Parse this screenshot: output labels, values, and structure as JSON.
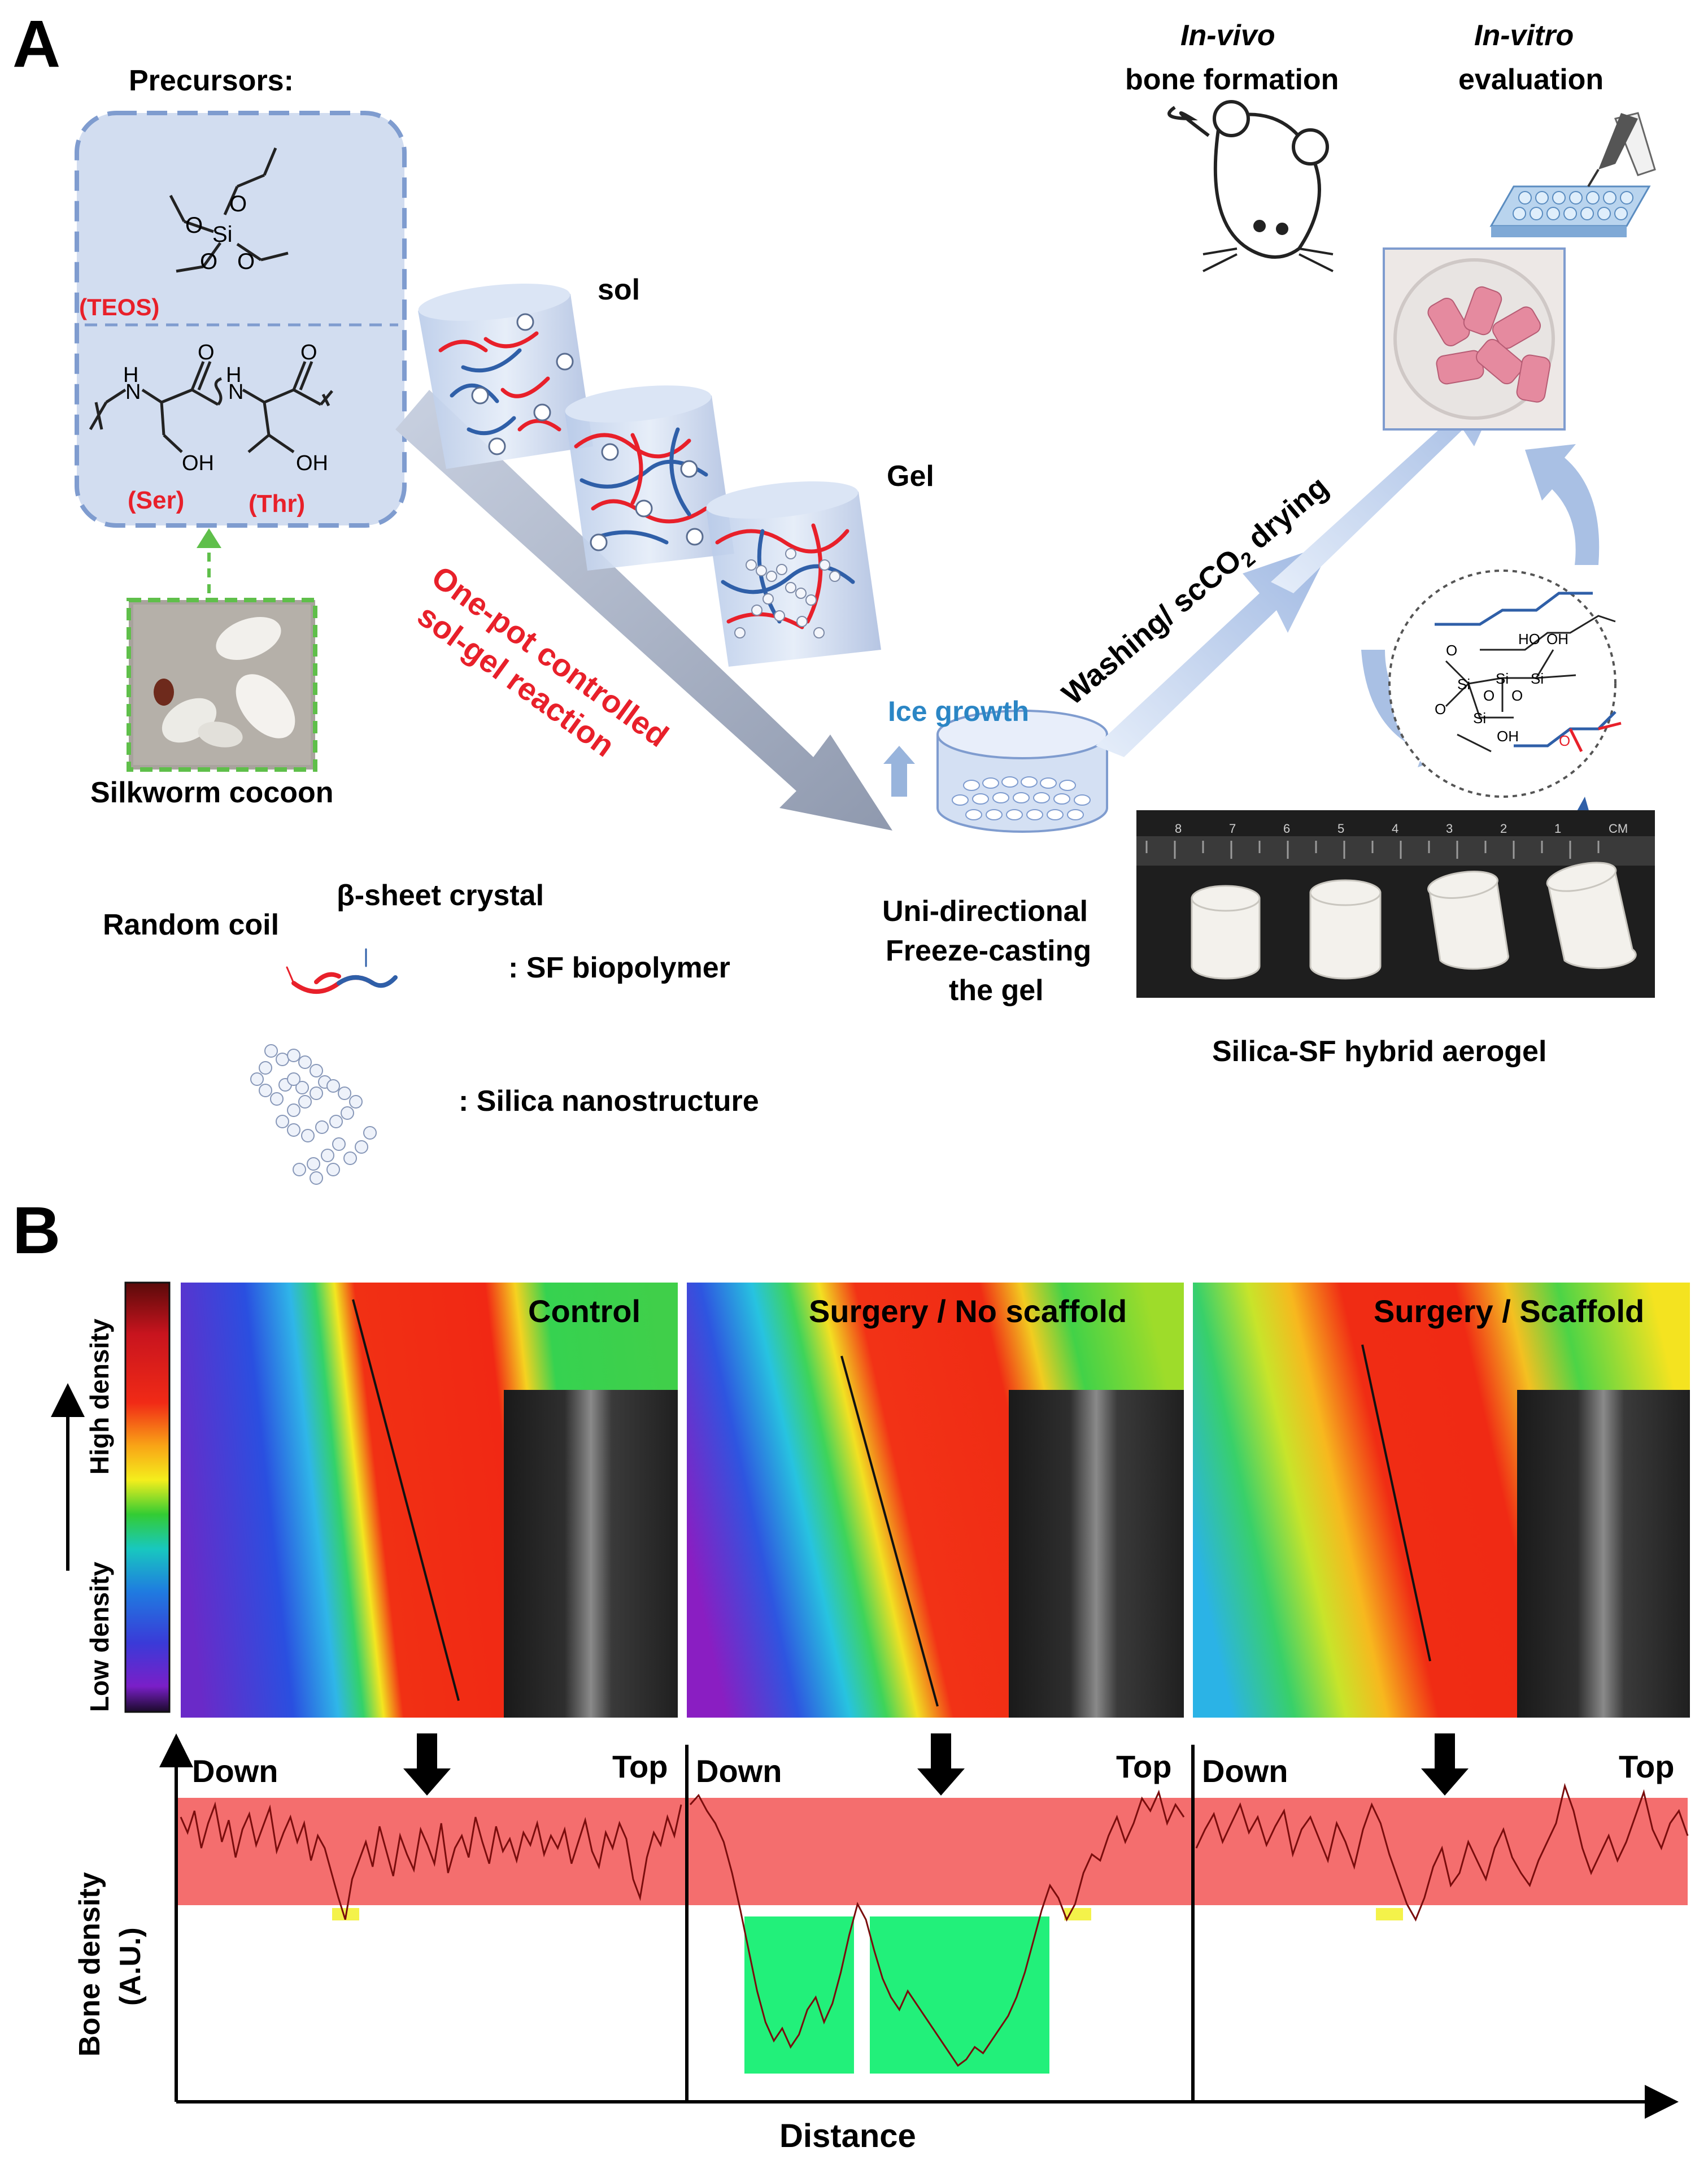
{
  "figure": {
    "panel_a_letter": "A",
    "panel_b_letter": "B"
  },
  "panel_a": {
    "precursors_title": "Precursors:",
    "teos_label": "(TEOS)",
    "ser_label": "(Ser)",
    "thr_label": "(Thr)",
    "si_atom": "Si",
    "o_atom": "O",
    "h_atom": "H",
    "n_atom": "N",
    "oh_group": "OH",
    "cocoon_caption": "Silkworm cocoon",
    "sol_label": "sol",
    "gel_label": "Gel",
    "reaction_line1": "One-pot controlled",
    "reaction_line2": "sol-gel reaction",
    "ice_growth": "Ice growth",
    "freeze_line1": "Uni-directional",
    "freeze_line2": "Freeze-casting",
    "freeze_line3": "the gel",
    "washing_main": "Washing/ scCO",
    "washing_sub": "2",
    "washing_end": " drying",
    "invivo_italic": "In-vivo",
    "invivo_rest": "bone formation",
    "invitro_italic": "In-vitro",
    "invitro_rest": "evaluation",
    "aerogel_caption": "Silica-SF hybrid aerogel",
    "ruler_numbers": [
      "8",
      "7",
      "6",
      "5",
      "4",
      "3",
      "2",
      "1",
      "CM"
    ],
    "legend": {
      "random_coil": "Random coil",
      "beta_sheet": "β-sheet crystal",
      "sf_label": ": SF biopolymer",
      "silica_label": ": Silica nanostructure"
    },
    "network_atoms": {
      "ho": "HO",
      "oh": "OH",
      "si": "Si",
      "o": "O"
    },
    "colors": {
      "red_chain": "#e8202a",
      "blue_chain": "#2f5fa8",
      "panel_fill": "#d2ddf0",
      "panel_border": "#7f9ccf",
      "arrow_grey": "#9aa4b8",
      "arrow_blue": "#b7caea",
      "pink_aerogel": "#e58a9f",
      "reaction_red": "#e8202a",
      "ice_blue": "#2b86c5",
      "green_dash": "#5fbf4a"
    }
  },
  "panel_b": {
    "panels": [
      {
        "title": "Control"
      },
      {
        "title": "Surgery / No scaffold"
      },
      {
        "title": "Surgery / Scaffold"
      }
    ],
    "colorbar_high": "High density",
    "colorbar_low": "Low density",
    "y_axis_line1": "Bone density",
    "y_axis_line2": "(A.U.)",
    "x_axis": "Distance",
    "down_label": "Down",
    "top_label": "Top",
    "colors": {
      "red_band": "#f46e6e",
      "green_box": "#22f07a",
      "yellow_mark": "#f4f24a",
      "trace": "#7a0d0d"
    }
  },
  "chart_data": {
    "type": "line",
    "xlabel": "Distance",
    "ylabel": "Bone density (A.U.)",
    "panels": [
      {
        "name": "Control",
        "x_ends": [
          "Down",
          "Top"
        ],
        "high_density_band": [
          0.58,
          1.0
        ],
        "y": [
          0.88,
          0.83,
          0.9,
          0.78,
          0.86,
          0.92,
          0.8,
          0.87,
          0.75,
          0.84,
          0.89,
          0.79,
          0.85,
          0.91,
          0.77,
          0.83,
          0.88,
          0.8,
          0.86,
          0.74,
          0.82,
          0.78,
          0.7,
          0.62,
          0.55,
          0.68,
          0.74,
          0.8,
          0.72,
          0.85,
          0.77,
          0.69,
          0.82,
          0.76,
          0.71,
          0.84,
          0.79,
          0.73,
          0.86,
          0.7,
          0.78,
          0.82,
          0.75,
          0.88,
          0.8,
          0.73,
          0.85,
          0.77,
          0.81,
          0.74,
          0.83,
          0.79,
          0.86,
          0.76,
          0.82,
          0.78,
          0.84,
          0.73,
          0.8,
          0.87,
          0.77,
          0.72,
          0.83,
          0.78,
          0.86,
          0.81,
          0.68,
          0.62,
          0.75,
          0.83,
          0.79,
          0.88,
          0.82,
          0.92
        ]
      },
      {
        "name": "Surgery / No scaffold",
        "x_ends": [
          "Down",
          "Top"
        ],
        "high_density_band": [
          0.58,
          1.0
        ],
        "low_density_regions": 2,
        "y": [
          0.92,
          0.95,
          0.9,
          0.86,
          0.8,
          0.7,
          0.58,
          0.45,
          0.32,
          0.22,
          0.16,
          0.2,
          0.14,
          0.18,
          0.26,
          0.3,
          0.22,
          0.28,
          0.38,
          0.5,
          0.6,
          0.55,
          0.45,
          0.36,
          0.3,
          0.26,
          0.32,
          0.28,
          0.24,
          0.2,
          0.16,
          0.12,
          0.08,
          0.1,
          0.14,
          0.12,
          0.16,
          0.2,
          0.24,
          0.3,
          0.38,
          0.48,
          0.58,
          0.66,
          0.62,
          0.55,
          0.6,
          0.7,
          0.76,
          0.74,
          0.82,
          0.88,
          0.8,
          0.86,
          0.94,
          0.9,
          0.96,
          0.86,
          0.92,
          0.88
        ]
      },
      {
        "name": "Surgery / Scaffold",
        "x_ends": [
          "Down",
          "Top"
        ],
        "high_density_band": [
          0.58,
          1.0
        ],
        "y": [
          0.78,
          0.84,
          0.89,
          0.8,
          0.86,
          0.92,
          0.83,
          0.88,
          0.79,
          0.85,
          0.9,
          0.76,
          0.84,
          0.88,
          0.81,
          0.74,
          0.86,
          0.8,
          0.72,
          0.84,
          0.92,
          0.86,
          0.76,
          0.68,
          0.6,
          0.55,
          0.62,
          0.72,
          0.78,
          0.66,
          0.7,
          0.8,
          0.74,
          0.68,
          0.78,
          0.84,
          0.75,
          0.7,
          0.66,
          0.74,
          0.8,
          0.86,
          0.98,
          0.9,
          0.78,
          0.7,
          0.76,
          0.82,
          0.74,
          0.8,
          0.88,
          0.96,
          0.84,
          0.78,
          0.86,
          0.9,
          0.82
        ]
      }
    ]
  }
}
